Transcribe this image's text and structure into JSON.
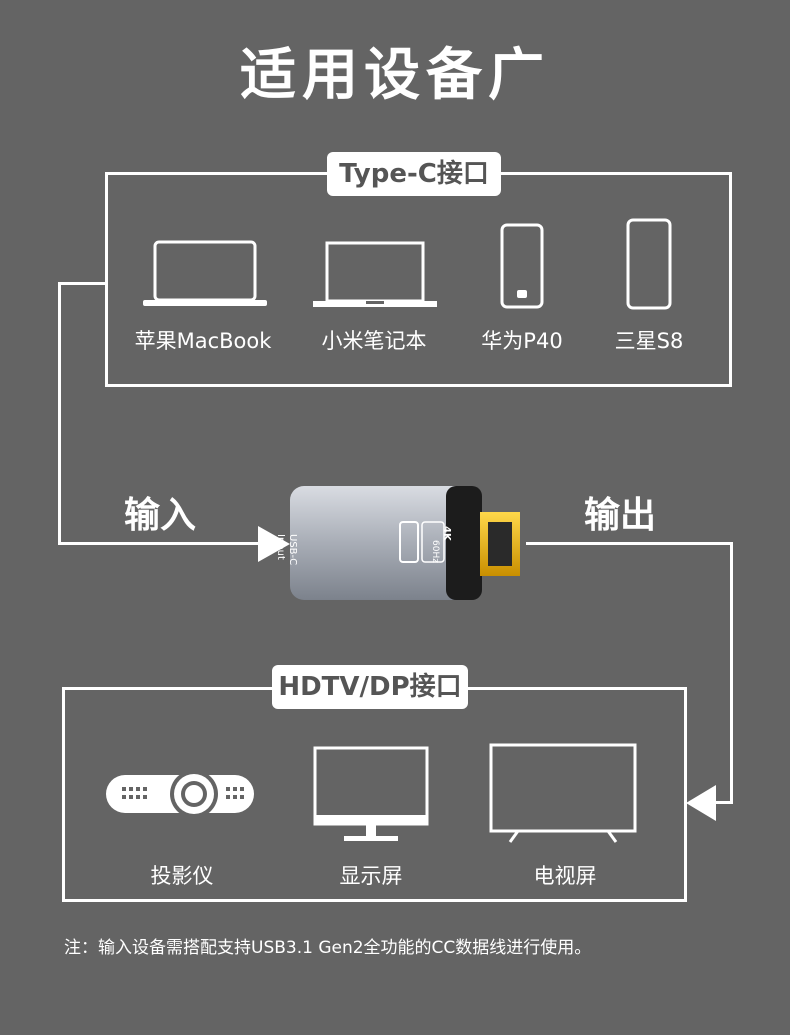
{
  "title": "适用设备广",
  "top_section": {
    "tag": "Type-C接口",
    "devices": [
      {
        "label": "苹果MacBook",
        "icon": "macbook-icon"
      },
      {
        "label": "小米笔记本",
        "icon": "laptop-icon"
      },
      {
        "label": "华为P40",
        "icon": "phone-icon"
      },
      {
        "label": "三星S8",
        "icon": "phone-icon"
      }
    ]
  },
  "adapter": {
    "left_label": "输入",
    "right_label": "输出",
    "port_text_1": "USB-C",
    "port_text_2": "Input",
    "badge_4k": "4K",
    "badge_hz": "60Hz"
  },
  "bottom_section": {
    "tag": "HDTV/DP接口",
    "devices": [
      {
        "label": "投影仪",
        "icon": "projector-icon"
      },
      {
        "label": "显示屏",
        "icon": "monitor-icon"
      },
      {
        "label": "电视屏",
        "icon": "tv-icon"
      }
    ]
  },
  "note": "注：输入设备需搭配支持USB3.1 Gen2全功能的CC数据线进行使用。",
  "colors": {
    "background": "#646464",
    "foreground": "#ffffff",
    "tag_text": "#555555",
    "plug_gold": "#e8b000"
  }
}
